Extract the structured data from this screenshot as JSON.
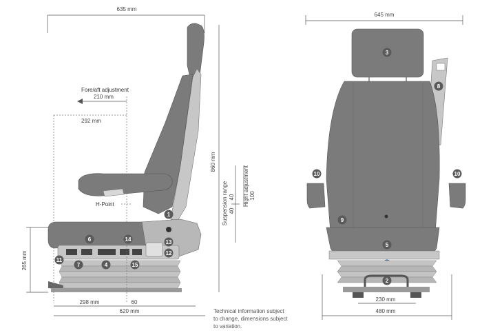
{
  "dimensions": {
    "top_width_side": "635 mm",
    "top_width_front": "645 mm",
    "fore_aft_title": "Fore/aft adjustment",
    "fore_aft_value": "210 mm",
    "depth_292": "292 mm",
    "height_860": "860 mm",
    "suspension_range": "Suspension range",
    "susp_40a": "40",
    "susp_40b": "40",
    "hight_adjustment": "Hight adjustment",
    "hight_100": "100",
    "h_point": "H-Point",
    "height_265": "265 mm",
    "base_298": "298 mm",
    "base_60": "60",
    "base_620": "620 mm",
    "front_230": "230 mm",
    "front_480": "480 mm"
  },
  "note_lines": [
    "Technical information subject",
    "to change, dimensions subject",
    "to variation."
  ],
  "badges": [
    "1",
    "2",
    "3",
    "4",
    "5",
    "6",
    "7",
    "8",
    "9",
    "10",
    "11",
    "12",
    "13",
    "14",
    "15"
  ],
  "colors": {
    "badge": "#5a5a5a",
    "upholstery": "#7b7b7b",
    "upholstery_light": "#a9a9a9",
    "frame": "#c7c7c7",
    "bellows": "#c4c4c4",
    "button_blue": "#2e7fc1"
  }
}
